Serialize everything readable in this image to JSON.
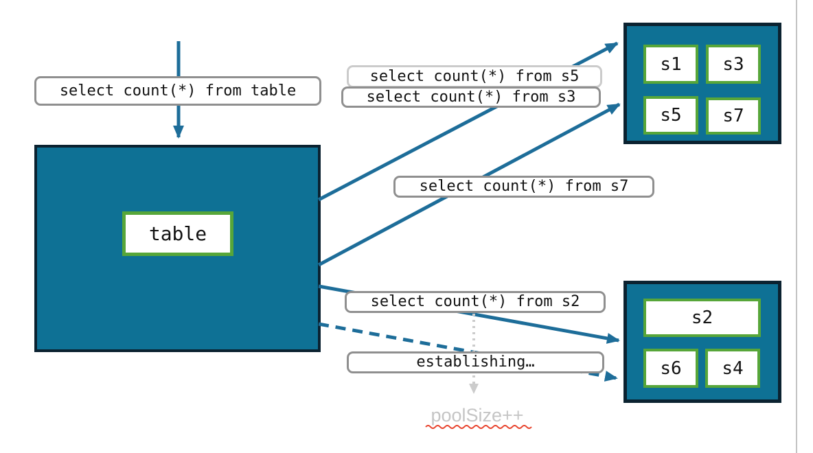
{
  "slide": {
    "queries": {
      "table": "select count(*) from table",
      "s5": "select count(*) from s5",
      "s3": "select count(*) from s3",
      "s7": "select count(*) from s7",
      "s2": "select count(*) from s2"
    },
    "status": {
      "establishing": "establishing…",
      "pool_size": "poolSize++"
    },
    "main_table": {
      "label": "table"
    },
    "pool_top": {
      "shards": [
        "s1",
        "s3",
        "s5",
        "s7"
      ]
    },
    "pool_bottom": {
      "shards": [
        "s2",
        "s6",
        "s4"
      ]
    },
    "colors": {
      "teal_fill": "#0e7195",
      "box_border": "#0b2230",
      "shard_green": "#57a639",
      "arrow": "#1d6d99",
      "label_border": "#8f8f8f",
      "label_border_light": "#cbcbcb",
      "dotted_gray": "#cccccc",
      "muted_text": "#c5c5c5",
      "squiggle_red": "#e8432d",
      "slide_edge": "#c4c4c4"
    }
  }
}
